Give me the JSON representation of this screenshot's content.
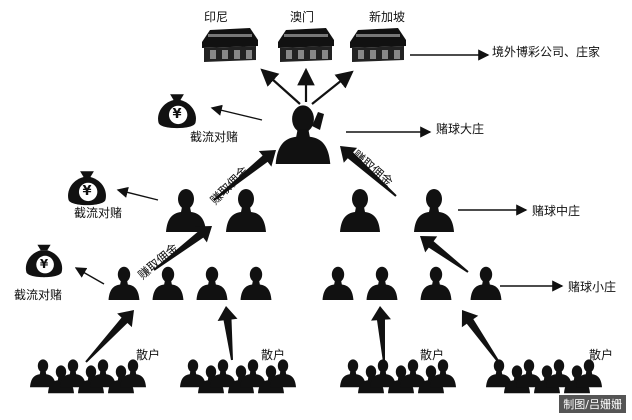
{
  "diagram": {
    "top_locations": [
      "印尼",
      "澳门",
      "新加坡"
    ],
    "top_target_label": "境外博彩公司、庄家",
    "tiers": {
      "big": "赌球大庄",
      "middle": "赌球中庄",
      "small": "赌球小庄"
    },
    "skim_label": "截流对赌",
    "commission_label": "赚取佣金",
    "bettor_label": "散户",
    "money_symbol": "¥",
    "credit": "制图/吕姗姗"
  },
  "icons": {
    "building": "building-icon",
    "person": "person-silhouette-icon",
    "money_bag": "money-bag-icon",
    "crowd": "crowd-icon",
    "arrow": "arrow-icon"
  },
  "colors": {
    "silhouette": "#111111",
    "background": "#ffffff"
  }
}
